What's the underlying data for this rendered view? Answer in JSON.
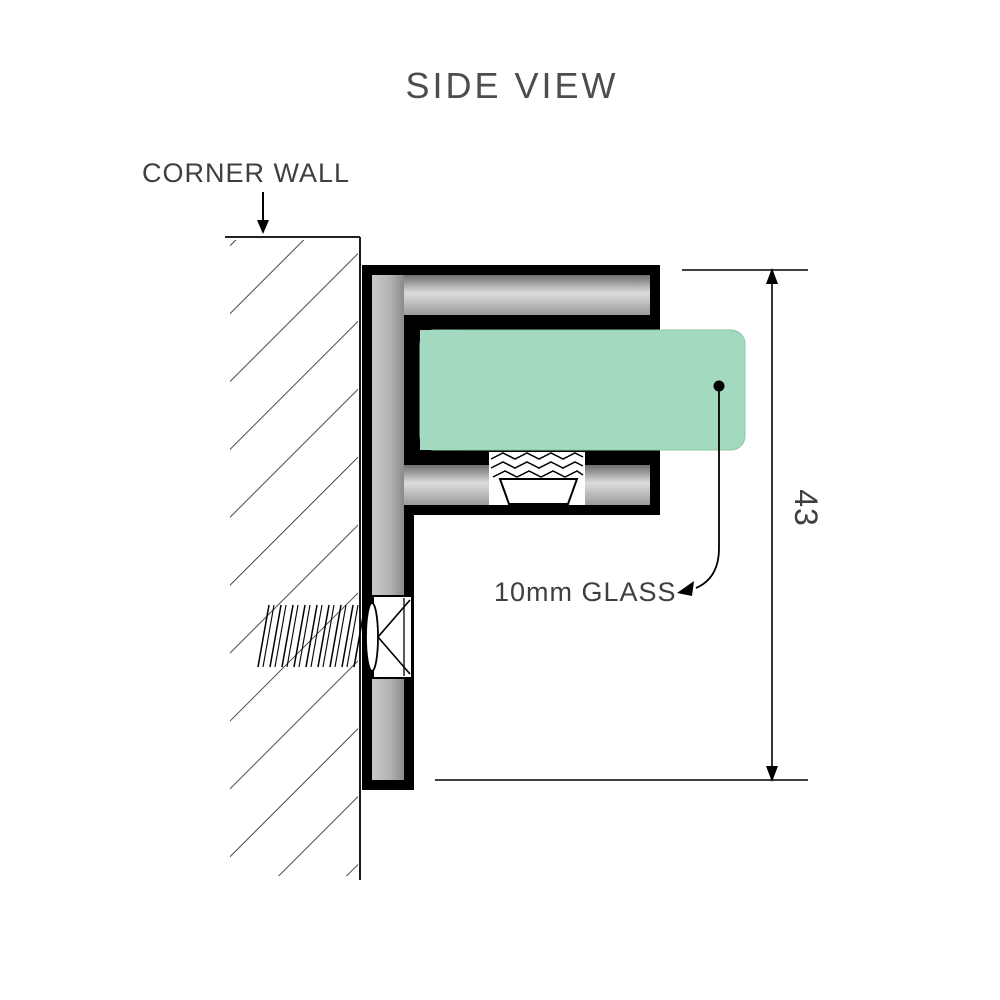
{
  "title": "SIDE VIEW",
  "labels": {
    "wall": "CORNER WALL",
    "glass": "10mm GLASS",
    "dimension": "43"
  },
  "colors": {
    "glass_fill": "#a3d9bf",
    "glass_edge": "#8cc7aa",
    "line": "#000000",
    "text": "#3f3f3f",
    "bracket_dark": "#6f6f6f",
    "bracket_light": "#dcdcdc"
  }
}
